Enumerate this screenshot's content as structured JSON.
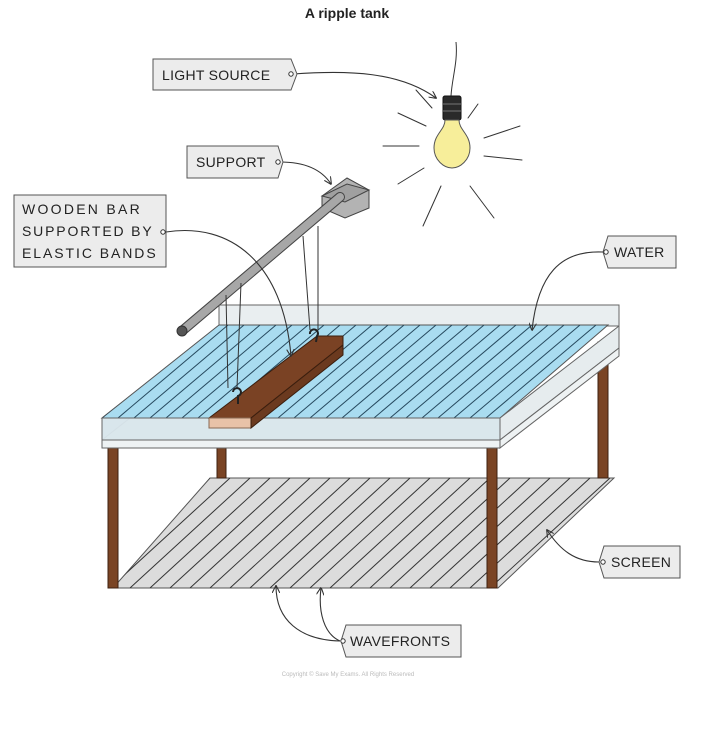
{
  "title": "A ripple tank",
  "labels": {
    "light_source": "LIGHT SOURCE",
    "support": "SUPPORT",
    "wooden_bar": [
      "WOODEN BAR",
      "SUPPORTED BY",
      "ELASTIC BANDS"
    ],
    "water": "WATER",
    "screen": "SCREEN",
    "wavefronts": "WAVEFRONTS"
  },
  "copyright": "Copyright © Save My Exams. All Rights Reserved",
  "colors": {
    "water": "#a9dcf0",
    "wave_lines": "#26495e",
    "tank_glass": "#e9eef0",
    "wood": "#7a4224",
    "table_legs": "#7a4424",
    "screen": "#dcdcdc",
    "bulb": "#f7ee9a",
    "support": "#a7a7a7"
  }
}
